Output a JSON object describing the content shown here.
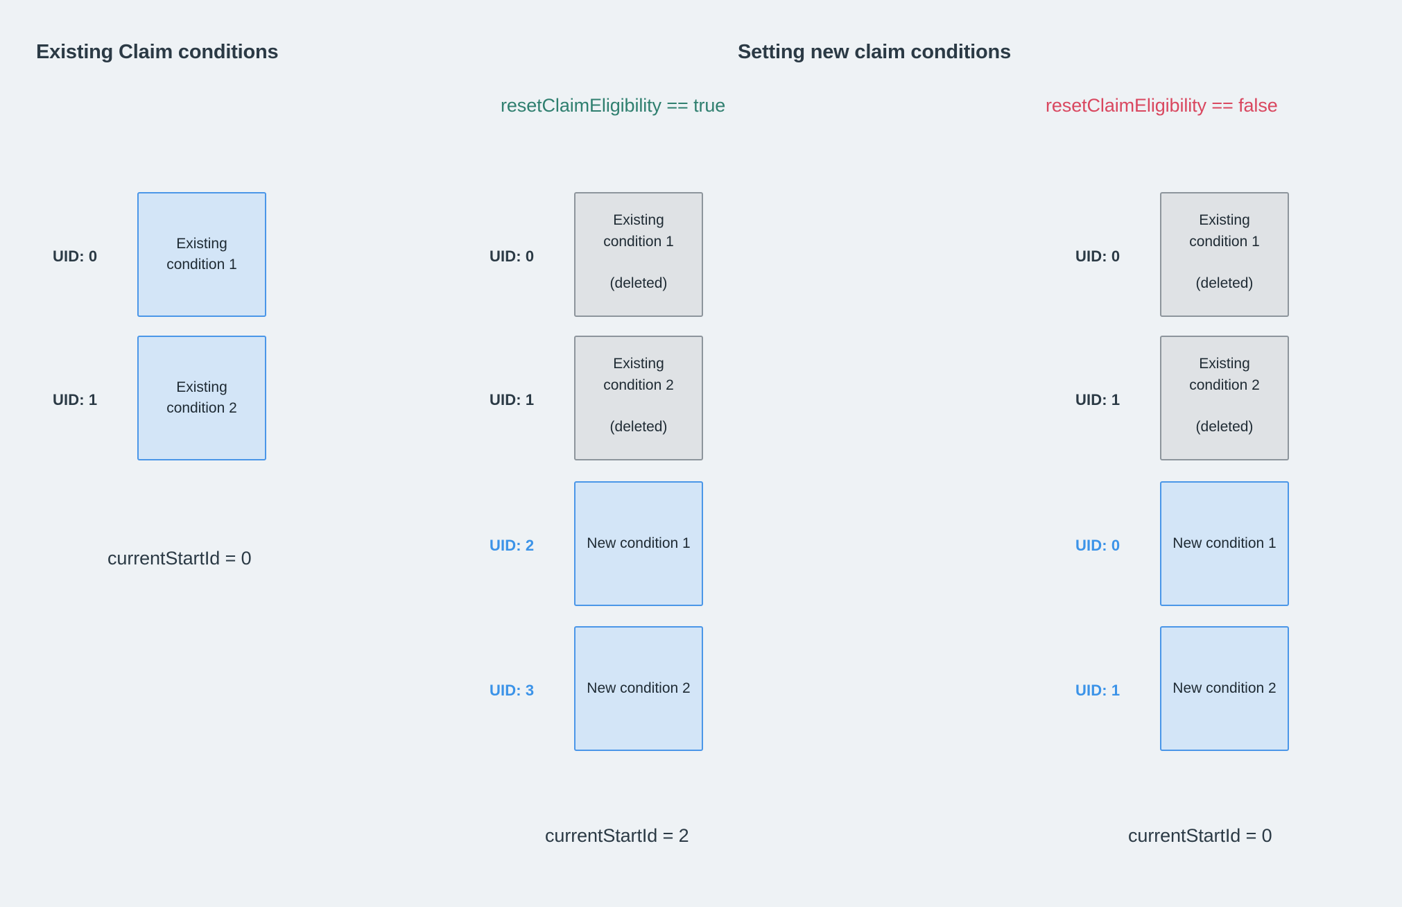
{
  "page": {
    "background_color": "#eef2f5",
    "text_color": "#2b3a45",
    "accent_blue": "#3b93e8",
    "accent_green": "#2f7f6f",
    "accent_red": "#d9475f"
  },
  "headings": {
    "existing": "Existing Claim conditions",
    "setting": "Setting new claim conditions"
  },
  "conditions": {
    "reset_true_label": "resetClaimEligibility == true",
    "reset_false_label": "resetClaimEligibility == false"
  },
  "columns": [
    {
      "id": "existing",
      "name": "Existing Claim conditions",
      "start_id_text": "currentStartId = 0",
      "rows": [
        {
          "uid_label": "UID: 0",
          "uid_style": "dark",
          "box_style": "blue",
          "title": "Existing condition 1",
          "note": ""
        },
        {
          "uid_label": "UID: 1",
          "uid_style": "dark",
          "box_style": "blue",
          "title": "Existing condition 2",
          "note": ""
        }
      ]
    },
    {
      "id": "reset-true",
      "name": "resetClaimEligibility == true",
      "start_id_text": "currentStartId = 2",
      "rows": [
        {
          "uid_label": "UID: 0",
          "uid_style": "dark",
          "box_style": "gray",
          "title": "Existing condition 1",
          "note": "(deleted)"
        },
        {
          "uid_label": "UID: 1",
          "uid_style": "dark",
          "box_style": "gray",
          "title": "Existing condition 2",
          "note": "(deleted)"
        },
        {
          "uid_label": "UID: 2",
          "uid_style": "accent",
          "box_style": "blue",
          "title": "New condition 1",
          "note": ""
        },
        {
          "uid_label": "UID: 3",
          "uid_style": "accent",
          "box_style": "blue",
          "title": "New condition 2",
          "note": ""
        }
      ]
    },
    {
      "id": "reset-false",
      "name": "resetClaimEligibility == false",
      "start_id_text": "currentStartId = 0",
      "rows": [
        {
          "uid_label": "UID: 0",
          "uid_style": "dark",
          "box_style": "gray",
          "title": "Existing condition 1",
          "note": "(deleted)"
        },
        {
          "uid_label": "UID: 1",
          "uid_style": "dark",
          "box_style": "gray",
          "title": "Existing condition 2",
          "note": "(deleted)"
        },
        {
          "uid_label": "UID: 0",
          "uid_style": "accent",
          "box_style": "blue",
          "title": "New condition 1",
          "note": ""
        },
        {
          "uid_label": "UID: 1",
          "uid_style": "accent",
          "box_style": "blue",
          "title": "New condition 2",
          "note": ""
        }
      ]
    }
  ],
  "layout": {
    "row_tops": [
      277,
      484,
      694,
      903
    ],
    "uid_left_existing": 76,
    "box_left_existing": 198,
    "uid_left_col2": 76,
    "box_left_col2": 198,
    "start_ids": {
      "existing": "currentStartId = 0",
      "reset_true": "currentStartId = 2",
      "reset_false": "currentStartId = 0"
    }
  }
}
